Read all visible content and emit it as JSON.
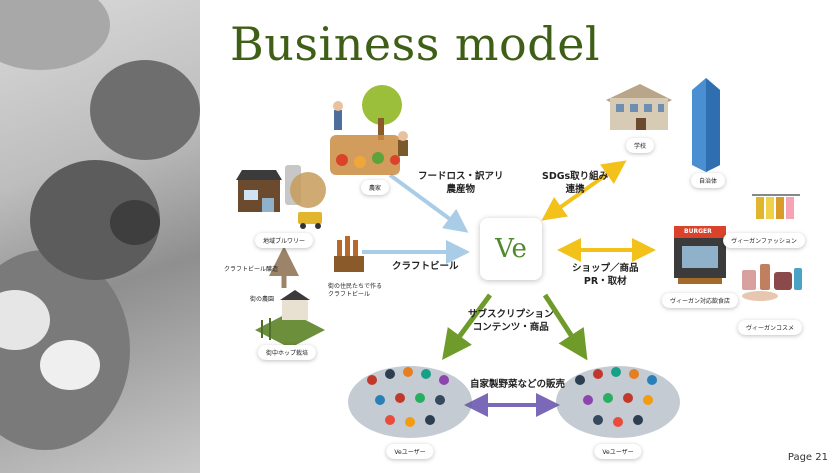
{
  "title": "Business model",
  "page_number": "Page 21",
  "center_logo": "Ve",
  "nodes": {
    "farm": "農家",
    "school": "学校",
    "municipality": "自治体",
    "brewery": "地域ブルワリー",
    "hop_farm": "街中ホップ栽培",
    "hop_farm_small": "街の農園",
    "residents_beer": "街の住民たちで作る\nクラフトビール",
    "vegan_fashion": "ヴィーガンファッション",
    "vegan_restaurant": "ヴィーガン対応飲食店",
    "vegan_cosmetics": "ヴィーガンコスメ",
    "users_left": "Veユーザー",
    "users_right": "Veユーザー",
    "burger_sign": "BURGER"
  },
  "edges": {
    "food_loss": "フードロス・訳アリ\n農産物",
    "sdgs": "SDGs取り組み\n連携",
    "craft_beer": "クラフトビール",
    "craft_beer_brewing": "クラフトビール醸造",
    "shop": "ショップ／商品\nPR・取材",
    "subscription": "サブスクリプション\nコンテンツ・商品",
    "homemade_veg": "自家製野菜などの販売"
  },
  "colors": {
    "title": "#3f5f16",
    "arrow_blue": "#a9cde6",
    "arrow_yellow": "#f2c21b",
    "arrow_green": "#6f9b2b",
    "arrow_purple": "#7b68b8",
    "arrow_brown": "#9b8468",
    "logo": "#4e8a2a"
  }
}
